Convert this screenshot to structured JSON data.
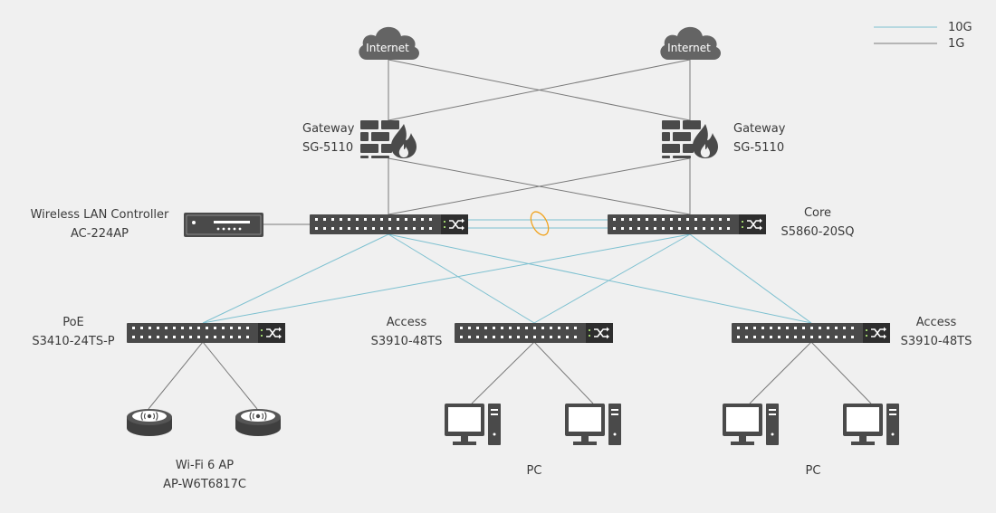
{
  "legend": {
    "ten_g_label": "10G",
    "one_g_label": "1G"
  },
  "colors": {
    "ten_g": "#7cc0d0",
    "one_g": "#7a7a7a",
    "device": "#4a4a4a",
    "lag": "#f0a21c",
    "background": "#f0f0f0"
  },
  "clouds": [
    {
      "label": "Internet"
    },
    {
      "label": "Internet"
    }
  ],
  "gateways": [
    {
      "title": "Gateway",
      "model": "SG-5110"
    },
    {
      "title": "Gateway",
      "model": "SG-5110"
    }
  ],
  "wlc": {
    "title": "Wireless LAN Controller",
    "model": "AC-224AP"
  },
  "core": {
    "title": "Core",
    "model": "S5860-20SQ"
  },
  "poe": {
    "title": "PoE",
    "model": "S3410-24TS-P"
  },
  "access_left": {
    "title": "Access",
    "model": "S3910-48TS"
  },
  "access_right": {
    "title": "Access",
    "model": "S3910-48TS"
  },
  "ap_group": {
    "title": "Wi-Fi 6 AP",
    "model": "AP-W6T6817C"
  },
  "pc_group_left": {
    "label": "PC"
  },
  "pc_group_right": {
    "label": "PC"
  },
  "icons": {
    "cloud": "cloud-icon",
    "firewall": "firewall-icon",
    "switch": "switch-icon",
    "controller": "wireless-controller-icon",
    "access_point": "access-point-icon",
    "pc": "pc-icon"
  }
}
